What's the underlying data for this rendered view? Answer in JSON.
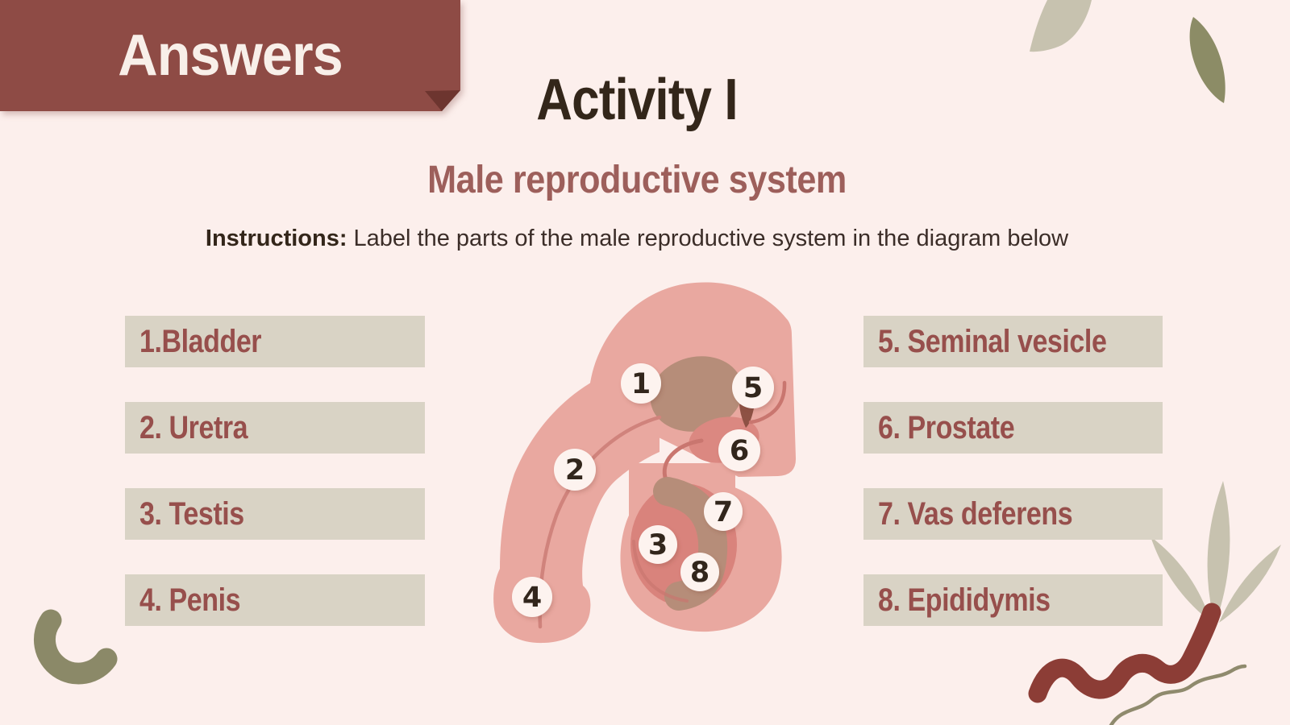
{
  "slide": {
    "banner_label": "Answers",
    "title": "Activity I",
    "subtitle": "Male reproductive system",
    "instructions_label": "Instructions:",
    "instructions_text": "Label the parts of the male reproductive system in the diagram below"
  },
  "answer_key": {
    "left_column": [
      "1.Bladder",
      "2. Uretra",
      "3. Testis",
      "4. Penis"
    ],
    "right_column": [
      "5. Seminal vesicle",
      "6. Prostate",
      "7. Vas deferens",
      "8. Epididymis"
    ]
  },
  "diagram": {
    "markers": [
      "1",
      "2",
      "3",
      "4",
      "5",
      "6",
      "7",
      "8"
    ]
  },
  "colors": {
    "background": "#fcefec",
    "banner": "#8e4b45",
    "banner_fold": "#6d352f",
    "banner_text": "#f8efe9",
    "title_text": "#33261a",
    "subtitle_text": "#9d5f5b",
    "instructions_text": "#3b2d28",
    "answer_box_bg": "#d9d3c5",
    "answer_text": "#974f4c",
    "figure_skin": "#e9a8a0",
    "figure_inner": "#d9837c",
    "figure_tan": "#b68d79",
    "figure_line": "#c9766f",
    "urethra_line": "#d0837c",
    "seminal_wedge": "#8d5144",
    "marker_circle": "#fdf3ef",
    "marker_text": "#33261a",
    "leaf_light": "#c7c2af",
    "leaf_olive": "#8c8c66",
    "arc_olive": "#8b8968",
    "squiggle_maroon": "#8c3d36",
    "squiggle_thin": "#8f8a6d"
  }
}
